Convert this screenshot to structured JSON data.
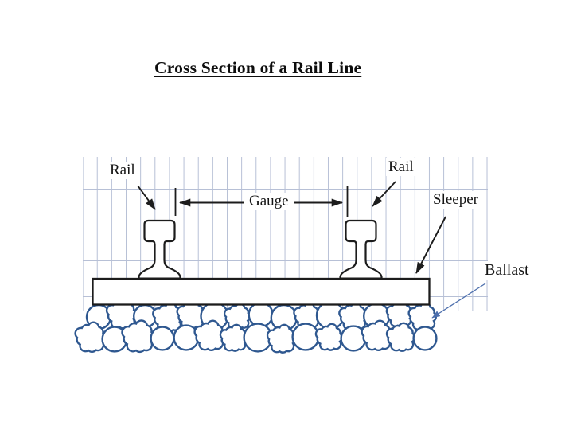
{
  "slide": {
    "title": "Cross Section of a Rail Line"
  },
  "diagram": {
    "labels": {
      "rail_left": "Rail",
      "rail_right": "Rail",
      "gauge": "Gauge",
      "sleeper": "Sleeper",
      "ballast": "Ballast"
    },
    "colors": {
      "ink": "#1c1c1c",
      "grid_line": "#b7c0d6",
      "ballast_stone": "#2f5890",
      "ballast_arrow": "#4d6fad",
      "shape_fill": "#ffffff"
    }
  }
}
